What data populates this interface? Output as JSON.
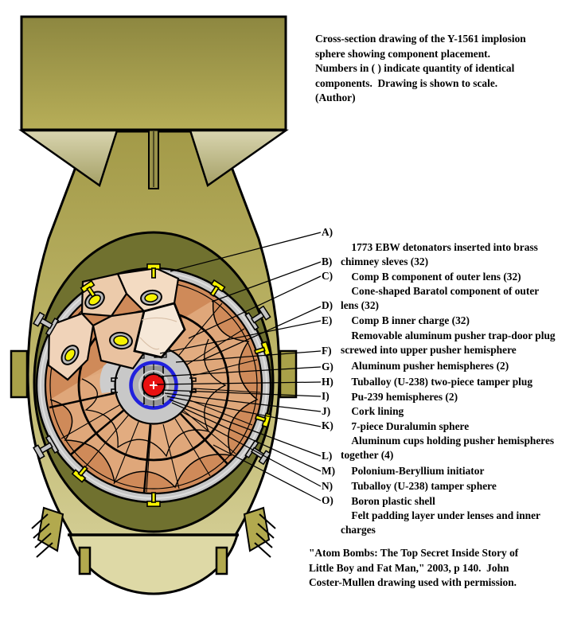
{
  "caption": {
    "title": "Cross-section drawing of the Y-1561 implosion\nsphere showing component placement.\nNumbers in ( ) indicate quantity of identical\ncomponents.  Drawing is shown to scale.\n(Author)"
  },
  "labels": [
    {
      "key": "A)",
      "text": "1773 EBW detonators inserted into brass\nchimney sleves (32)"
    },
    {
      "key": "B)",
      "text": "Comp B component of outer lens (32)"
    },
    {
      "key": "C)",
      "text": "Cone-shaped Baratol component of outer\nlens (32)"
    },
    {
      "key": "D)",
      "text": "Comp B inner charge (32)"
    },
    {
      "key": "E)",
      "text": "Removable aluminum pusher trap-door plug\nscrewed into upper pusher hemisphere"
    },
    {
      "key": "F)",
      "text": "Aluminum pusher hemispheres (2)"
    },
    {
      "key": "G)",
      "text": "Tuballoy (U-238) two-piece tamper plug"
    },
    {
      "key": "H)",
      "text": "Pu-239 hemispheres (2)"
    },
    {
      "key": "I)",
      "text": "Cork lining"
    },
    {
      "key": "J)",
      "text": "7-piece Duralumin sphere"
    },
    {
      "key": "K)",
      "text": "Aluminum cups holding pusher hemispheres\ntogether (4)"
    },
    {
      "key": "L)",
      "text": "Polonium-Beryllium initiator"
    },
    {
      "key": "M)",
      "text": "Tuballoy (U-238) tamper sphere"
    },
    {
      "key": "N)",
      "text": "Boron plastic shell"
    },
    {
      "key": "O)",
      "text": "Felt padding layer under lenses and inner\ncharges"
    }
  ],
  "citation": "\"Atom Bombs: The Top Secret Inside Story of\nLittle Boy and Fat Man,\" 2003, p 140.  John\nCoster-Mullen drawing used with permission.",
  "colors": {
    "casing_olive": "#aba24e",
    "tail_box_olive": "#8d8740",
    "fin_beige": "#d6d2a8",
    "ring_olive_drab": "#70712f",
    "sphere_gray": "#c6c6c6",
    "lens_salmon": "#cf8a59",
    "lens_peach": "#f3dbc2",
    "detonator_yellow": "#f6f200",
    "boron_blue": "#2121dd",
    "plutonium_red": "#e91111"
  }
}
